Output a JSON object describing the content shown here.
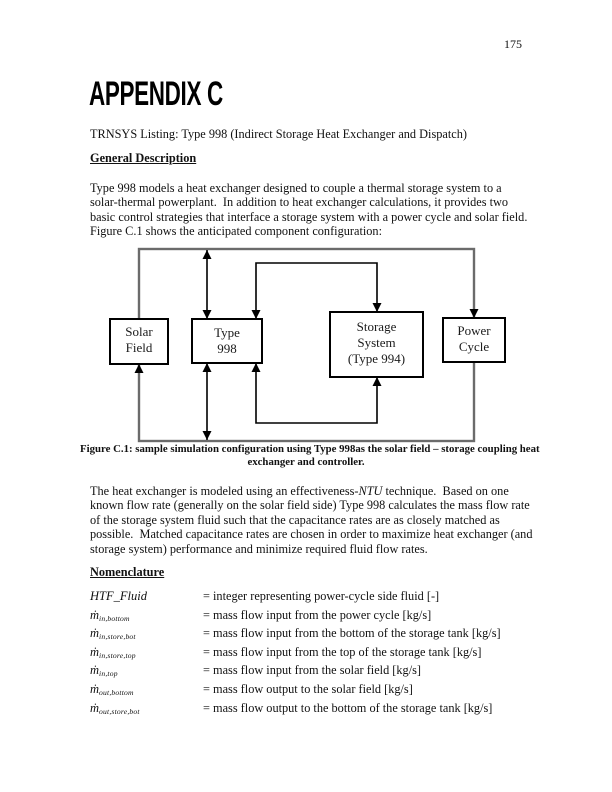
{
  "page": {
    "number": "175"
  },
  "title": "APPENDIX C",
  "subtitle": "TRNSYS Listing: Type 998 (Indirect Storage Heat Exchanger and Dispatch)",
  "headings": {
    "general_description": "General Description",
    "nomenclature": "Nomenclature"
  },
  "para1_lines": [
    "Type 998 models a heat exchanger designed to couple a thermal storage system to a",
    "solar-thermal powerplant.  In addition to heat exchanger calculations, it provides two",
    "basic control strategies that interface a storage system with a power cycle and solar field.",
    "Figure C.1 shows the anticipated component configuration:"
  ],
  "para2_lines": [
    [
      {
        "i": false,
        "s": "The heat exchanger is modeled using an effectiveness-"
      },
      {
        "i": true,
        "s": "NTU"
      },
      {
        "i": false,
        "s": " technique.  Based on one"
      }
    ],
    "known flow rate (generally on the solar field side) Type 998 calculates the mass flow rate",
    "of the storage system fluid such that the capacitance rates are as closely matched as",
    "possible.  Matched capacitance rates are chosen in order to maximize heat exchanger (and",
    "storage system) performance and minimize required fluid flow rates."
  ],
  "figure": {
    "caption_line1": "Figure C.1: sample simulation configuration using Type 998as the solar field – storage coupling heat",
    "caption_line2": "exchanger and controller."
  },
  "diagram": {
    "outer_loop_color": "#6b6b6b",
    "inner_loop_color": "#000000",
    "boxes": {
      "solar": {
        "lines": [
          "Solar",
          "Field"
        ]
      },
      "type998": {
        "lines": [
          "Type",
          "998"
        ]
      },
      "storage": {
        "lines": [
          "Storage",
          "System",
          "(Type 994)"
        ]
      },
      "power": {
        "lines": [
          "Power",
          "Cycle"
        ]
      }
    }
  },
  "nomenclature_rows": [
    {
      "symbol": "HTF_Fluid",
      "sub": "",
      "def": "= integer representing power-cycle side fluid [-]"
    },
    {
      "symbol": "ṁ",
      "sub": "in,bottom",
      "def": "= mass flow input from the power cycle [kg/s]"
    },
    {
      "symbol": "ṁ",
      "sub": "in,store,bot",
      "def": "= mass flow input from the bottom of the storage tank [kg/s]"
    },
    {
      "symbol": "ṁ",
      "sub": "in,store,top",
      "def": "= mass flow input from the top of the storage tank [kg/s]"
    },
    {
      "symbol": "ṁ",
      "sub": "in,top",
      "def": "= mass flow input from the solar field [kg/s]"
    },
    {
      "symbol": "ṁ",
      "sub": "out,bottom",
      "def": "= mass flow output to the solar field [kg/s]"
    },
    {
      "symbol": "ṁ",
      "sub": "out,store,bot",
      "def": "= mass flow output to the bottom of the storage tank [kg/s]"
    }
  ]
}
